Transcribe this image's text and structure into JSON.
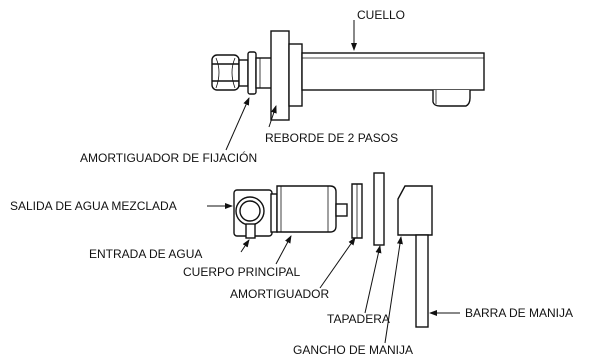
{
  "labels": {
    "cuello": "CUELLO",
    "reborde": "REBORDE DE 2 PASOS",
    "amortiguador_fijacion": "AMORTIGUADOR DE FIJACIÓN",
    "salida_agua": "SALIDA DE AGUA MEZCLADA",
    "entrada_agua": "ENTRADA DE AGUA",
    "cuerpo_principal": "CUERPO PRINCIPAL",
    "amortiguador": "AMORTIGUADOR",
    "tapadera": "TAPADERA",
    "barra_manija": "BARRA DE MANIJA",
    "gancho_manija": "GANCHO DE MANIJA"
  }
}
